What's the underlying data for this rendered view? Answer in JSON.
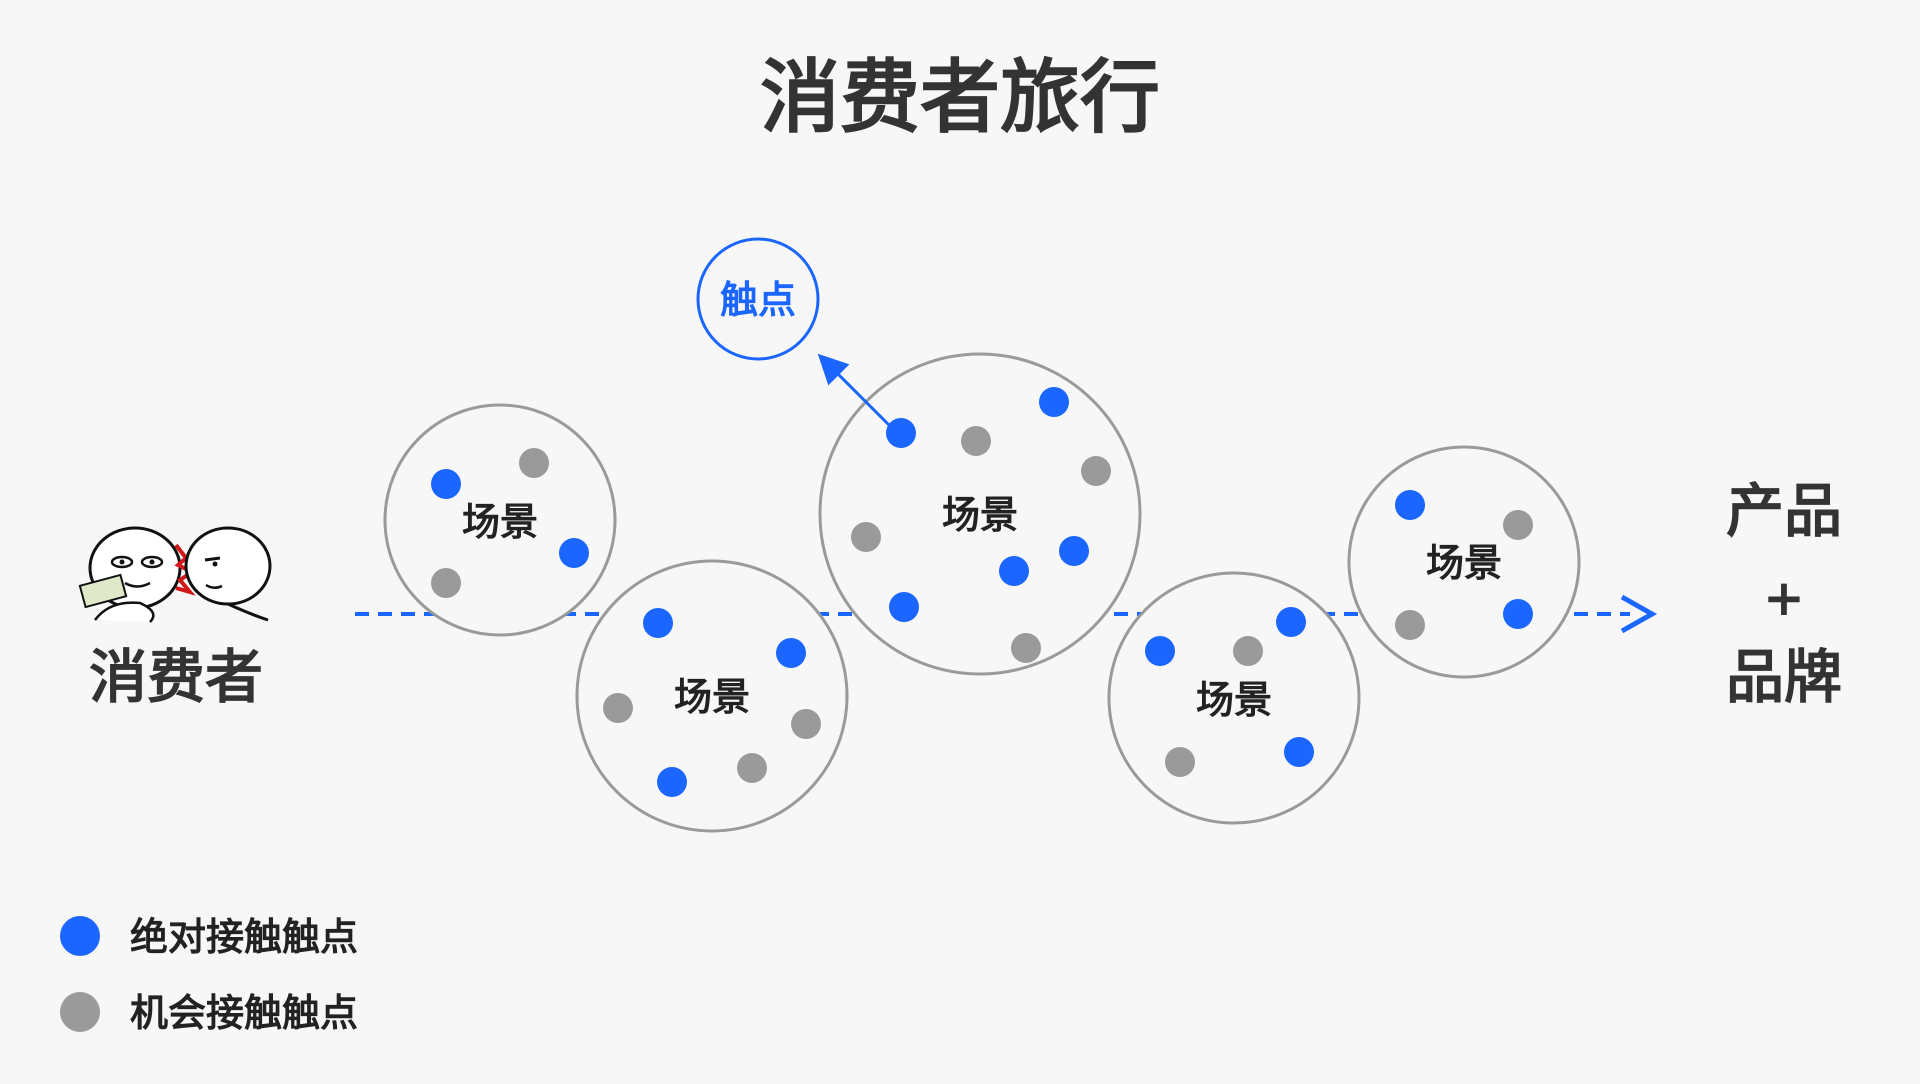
{
  "title": "消费者旅行",
  "consumer_label": "消费者",
  "scene_label": "场景",
  "touchpoint_callout": "触点",
  "target": {
    "line1": "产品",
    "plus": "+",
    "line2": "品牌"
  },
  "legend": [
    {
      "label": "绝对接触触点",
      "color": "#1a66ff",
      "kind": "absolute"
    },
    {
      "label": "机会接触触点",
      "color": "#9a9a9a",
      "kind": "opportunity"
    }
  ],
  "colors": {
    "accent": "#1a66ff",
    "grey_dot": "#9a9a9a",
    "circle_stroke": "#9a9a9a",
    "text": "#333333"
  },
  "icons": {
    "consumer": "two-faces-meme-icon"
  }
}
